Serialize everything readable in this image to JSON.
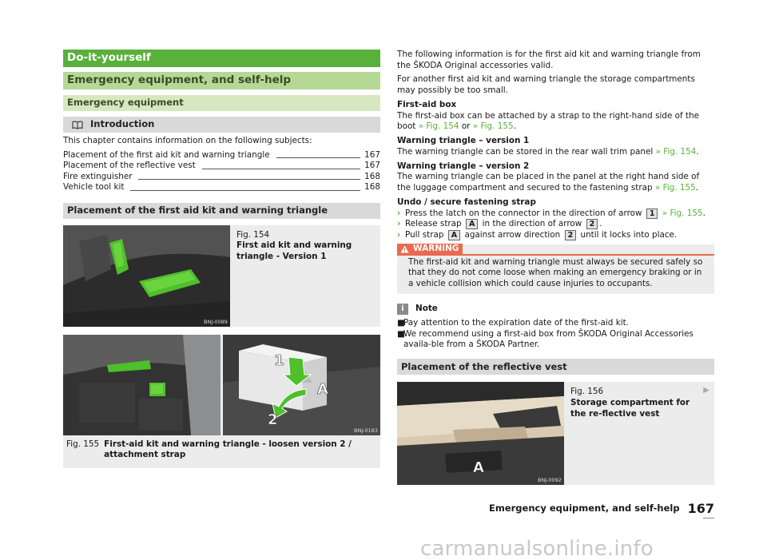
{
  "header": {
    "chapter": "Do-it-yourself",
    "section": "Emergency equipment, and self-help",
    "subsection": "Emergency equipment"
  },
  "introduction": {
    "icon": "book-icon",
    "title": "Introduction",
    "text": "This chapter contains information on the following subjects:",
    "toc": [
      {
        "label": "Placement of the first aid kit and warning triangle",
        "page": "167"
      },
      {
        "label": "Placement of the reflective vest",
        "page": "167"
      },
      {
        "label": "Fire extinguisher",
        "page": "168"
      },
      {
        "label": "Vehicle tool kit",
        "page": "168"
      }
    ]
  },
  "section_first_aid": {
    "title": "Placement of the first aid kit and warning triangle"
  },
  "fig154": {
    "number": "Fig. 154",
    "title": "First aid kit and warning triangle - Version 1",
    "code": "BNJ-0089"
  },
  "fig155": {
    "number": "Fig. 155",
    "title": "First-aid kit and warning triangle - loosen version 2 / attachment strap",
    "code": "BNJ-0183",
    "callout_1": "1",
    "callout_2": "2",
    "callout_a": "A"
  },
  "right": {
    "intro1": "The following information is for the first aid kit and warning triangle from the ŠKODA Original accessories valid.",
    "intro2": "For another first aid kit and warning triangle the storage compartments may possibly be too small.",
    "first_aid_heading": "First-aid box",
    "first_aid_text": "The first-aid box can be attached by a strap to the right-hand side of the boot",
    "fig154_ref": "» Fig. 154",
    "or": "or",
    "fig155_ref": "» Fig. 155",
    "wt1_heading": "Warning triangle – version 1",
    "wt1_text": "The warning triangle can be stored in the rear wall trim panel",
    "wt2_heading": "Warning triangle – version 2",
    "wt2_text": "The warning triangle can be placed in the panel at the right hand side of the luggage compartment and secured to the fastening strap",
    "undo_heading": "Undo / secure fastening strap",
    "step1_text": "Press the latch on the connector in the direction of arrow",
    "step1_key": "1",
    "step2_text_a": "Release strap",
    "step2_key_a": "A",
    "step2_text_b": "in the direction of arrow",
    "step2_key_b": "2",
    "step3_text_a": "Pull strap",
    "step3_key_a": "A",
    "step3_text_b": "against arrow direction",
    "step3_key_b": "2",
    "step3_text_c": "until it locks into place."
  },
  "warning": {
    "label": "WARNING",
    "text": "The first-aid kit and warning triangle must always be secured safely so that they do not come loose when making an emergency braking or in a vehicle collision which could cause injuries to occupants."
  },
  "note": {
    "label": "Note",
    "items": [
      "Pay attention to the expiration date of the first-aid kit.",
      "We recommend using a first-aid box from ŠKODA Original Accessories availa-ble from a ŠKODA Partner."
    ]
  },
  "section_vest": {
    "title": "Placement of the reflective vest"
  },
  "fig156": {
    "number": "Fig. 156",
    "title": "Storage compartment for the re-flective vest",
    "code": "BNJ-0092",
    "callout_a": "A"
  },
  "footer": {
    "title": "Emergency equipment, and self-help",
    "page": "167"
  },
  "watermark": "carmanualsonline.info"
}
